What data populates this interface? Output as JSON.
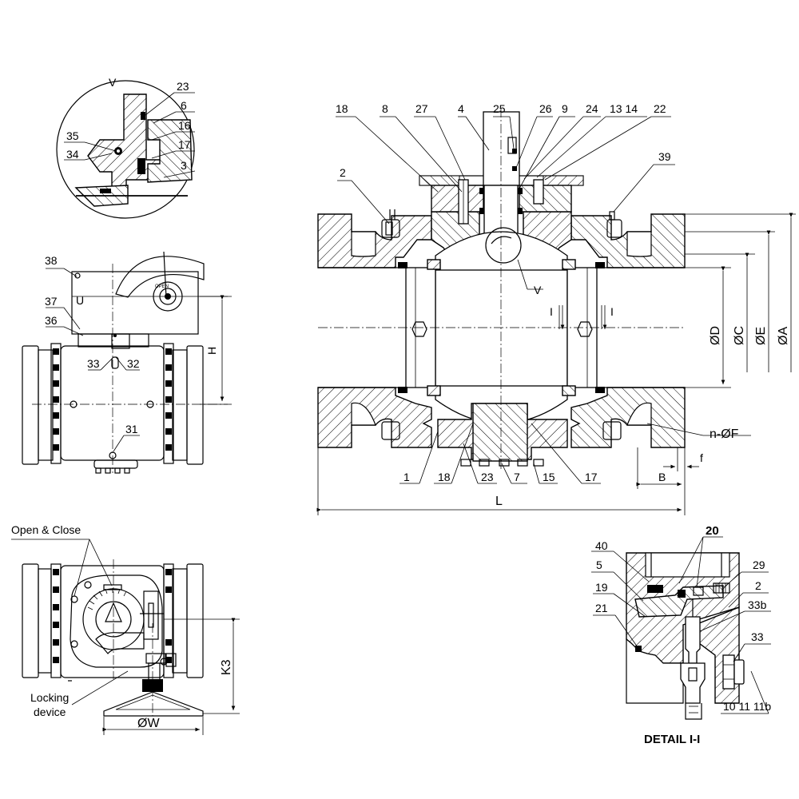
{
  "main_section": {
    "callouts_top": [
      "18",
      "8",
      "27",
      "4",
      "25",
      "26",
      "9",
      "24",
      "13 14",
      "22"
    ],
    "callouts_left": [
      "2"
    ],
    "callouts_right": [
      "39"
    ],
    "callouts_bottom": [
      "1",
      "18",
      "23",
      "7",
      "15",
      "17"
    ],
    "view_label": "V",
    "section_marks": [
      "I",
      "I"
    ],
    "dims": {
      "D": "ØD",
      "C": "ØC",
      "E": "ØE",
      "A": "ØA",
      "F": "n-ØF",
      "f": "f",
      "B": "B",
      "L": "L"
    }
  },
  "detail_v": {
    "title": "V",
    "callouts": [
      "23",
      "6",
      "16",
      "17",
      "3",
      "35",
      "34"
    ]
  },
  "gear_view": {
    "callouts": [
      "38",
      "37",
      "36",
      "33",
      "32",
      "31"
    ],
    "letter_u": "U",
    "gear_text": "OPEN",
    "dims": {
      "H": "H"
    }
  },
  "handwheel_view": {
    "label_open_close": "Open & Close",
    "label_locking_line1": "Locking",
    "label_locking_line2": "device",
    "dims": {
      "K3": "K3",
      "W": "ØW"
    }
  },
  "detail_i": {
    "title": "DETAIL I-I",
    "callouts": [
      "20",
      "40",
      "5",
      "29",
      "19",
      "2",
      "21",
      "33b",
      "33"
    ],
    "bottom_callout": "10 11 11b"
  }
}
